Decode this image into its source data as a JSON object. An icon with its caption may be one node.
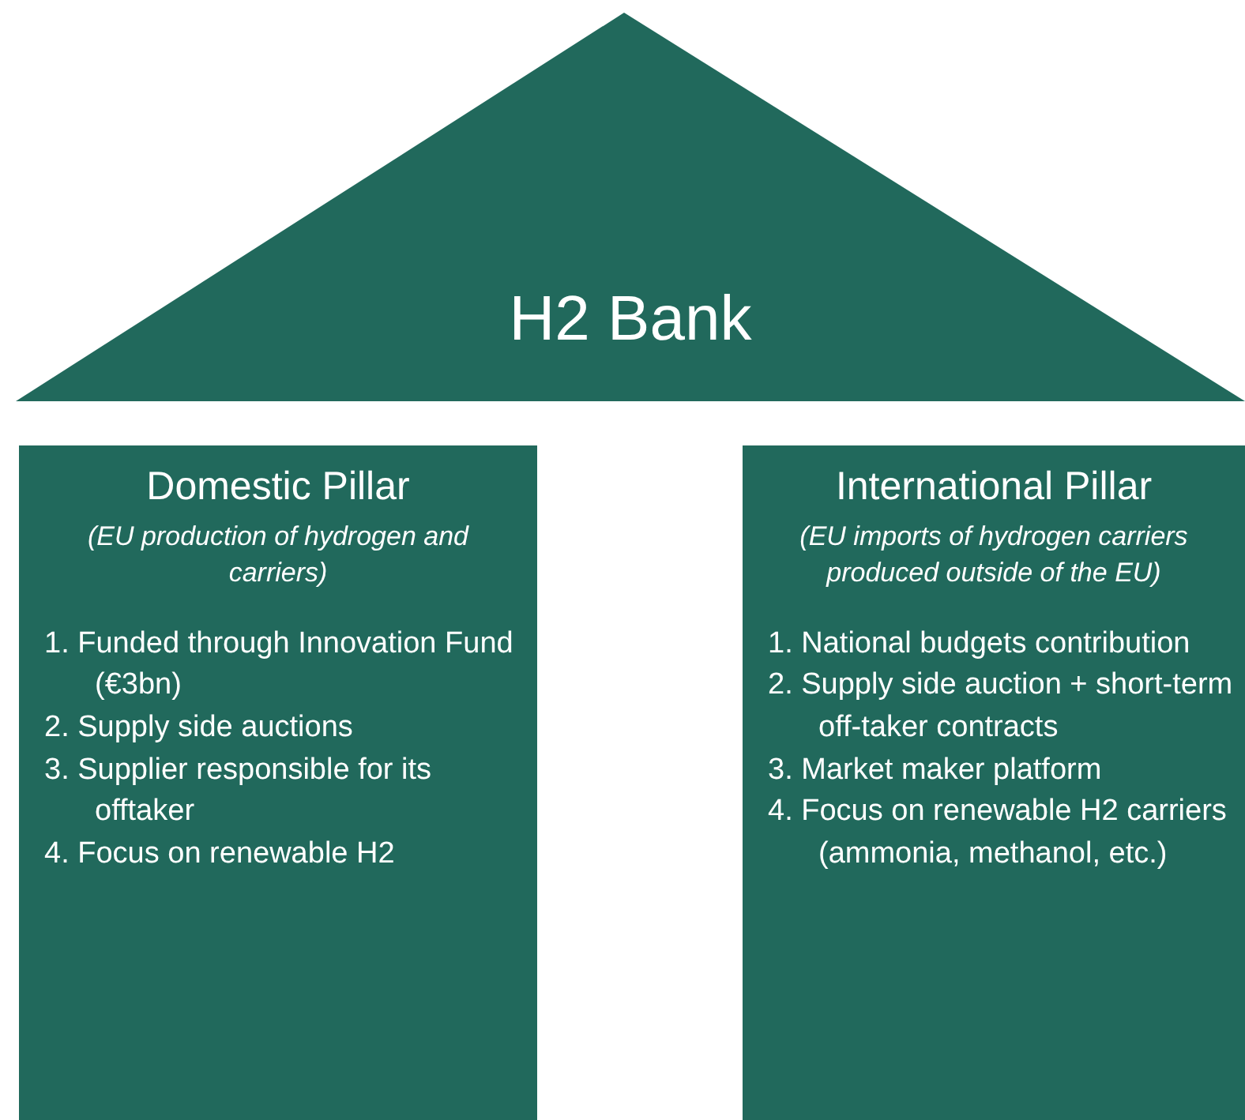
{
  "diagram": {
    "nodes": [
      {
        "text": [
          "H2 Bank"
        ]
      },
      {
        "text": [
          "Domestic Pillar",
          "(EU production of hydrogen and carriers)",
          "1. Funded through Innovation Fund (€3bn)",
          "2. Supply side auctions",
          "3. Supplier responsible for its offtaker",
          "4. Focus on renewable H2"
        ]
      },
      {
        "text": [
          "International Pillar",
          "(EU imports of hydrogen carriers produced outside of the EU)",
          "1. National budgets contribution",
          "2. Supply side auction + short-term off-taker contracts",
          "3. Market maker platform",
          "4. Focus on renewable H2 carriers (ammonia, methanol, etc.)"
        ]
      }
    ],
    "edges": []
  }
}
